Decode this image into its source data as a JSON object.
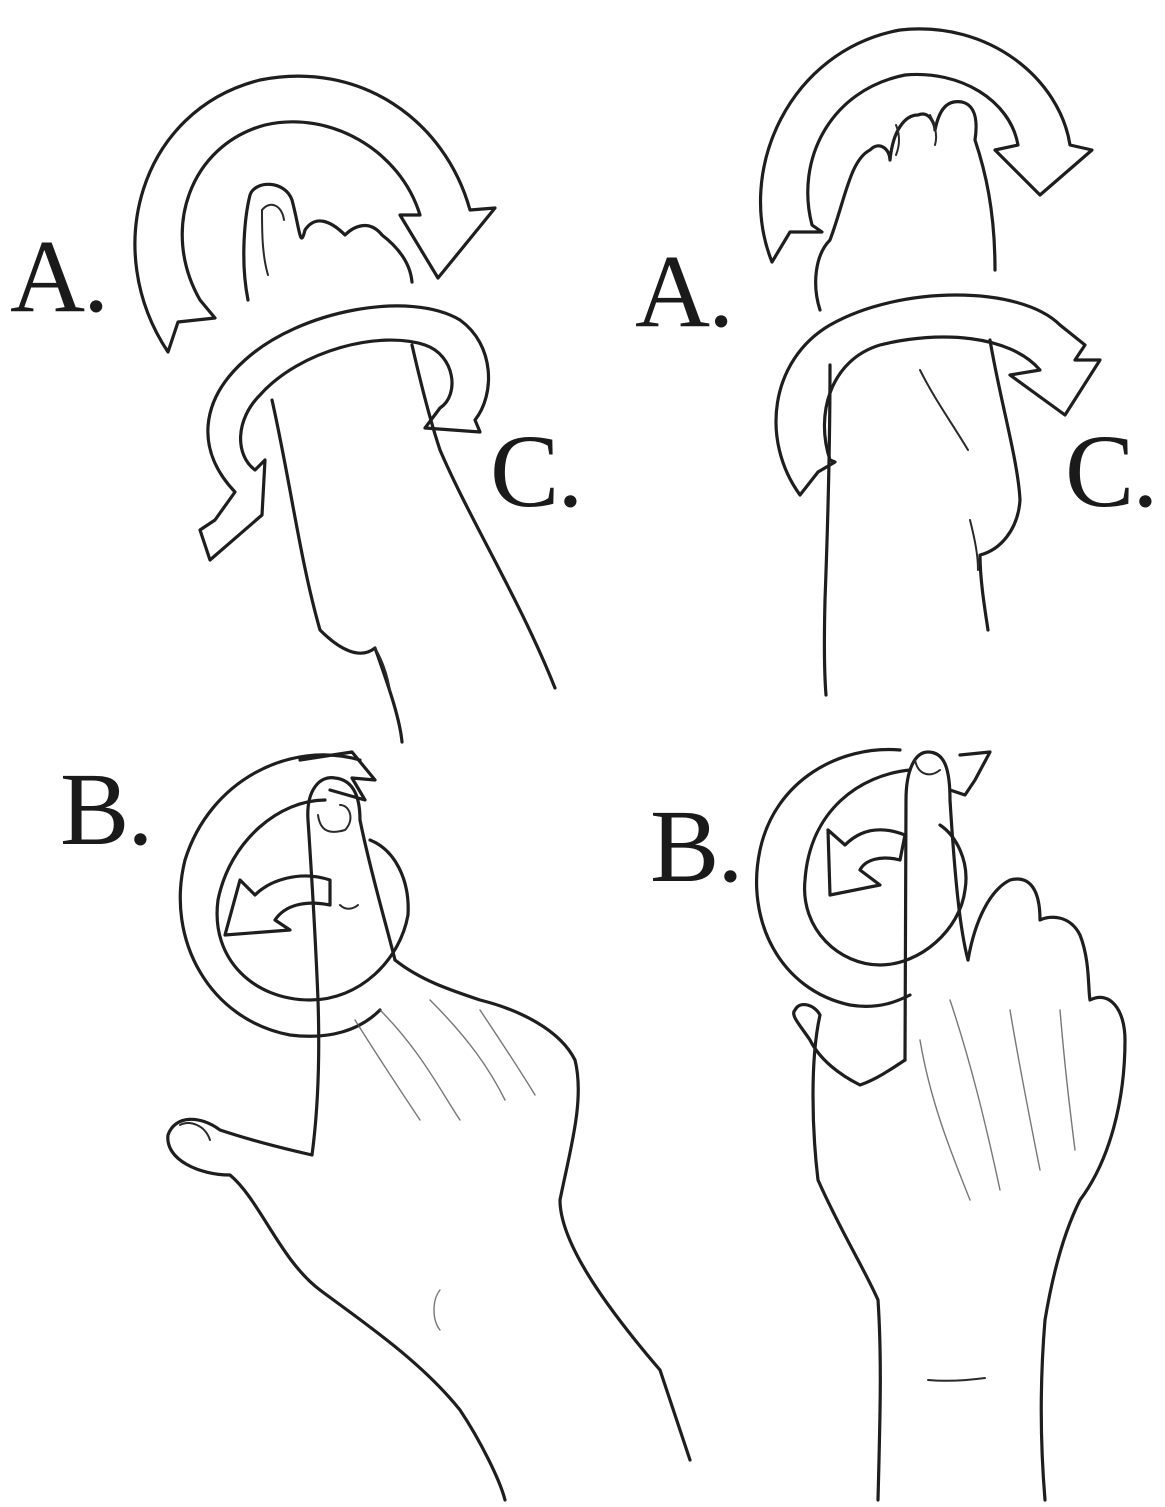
{
  "labels": {
    "left_a": "A.",
    "left_b": "B.",
    "left_c": "C.",
    "right_a": "A.",
    "right_b": "B.",
    "right_c": "C."
  },
  "colors": {
    "ink": "#1e1e1e",
    "paper": "#ffffff"
  }
}
